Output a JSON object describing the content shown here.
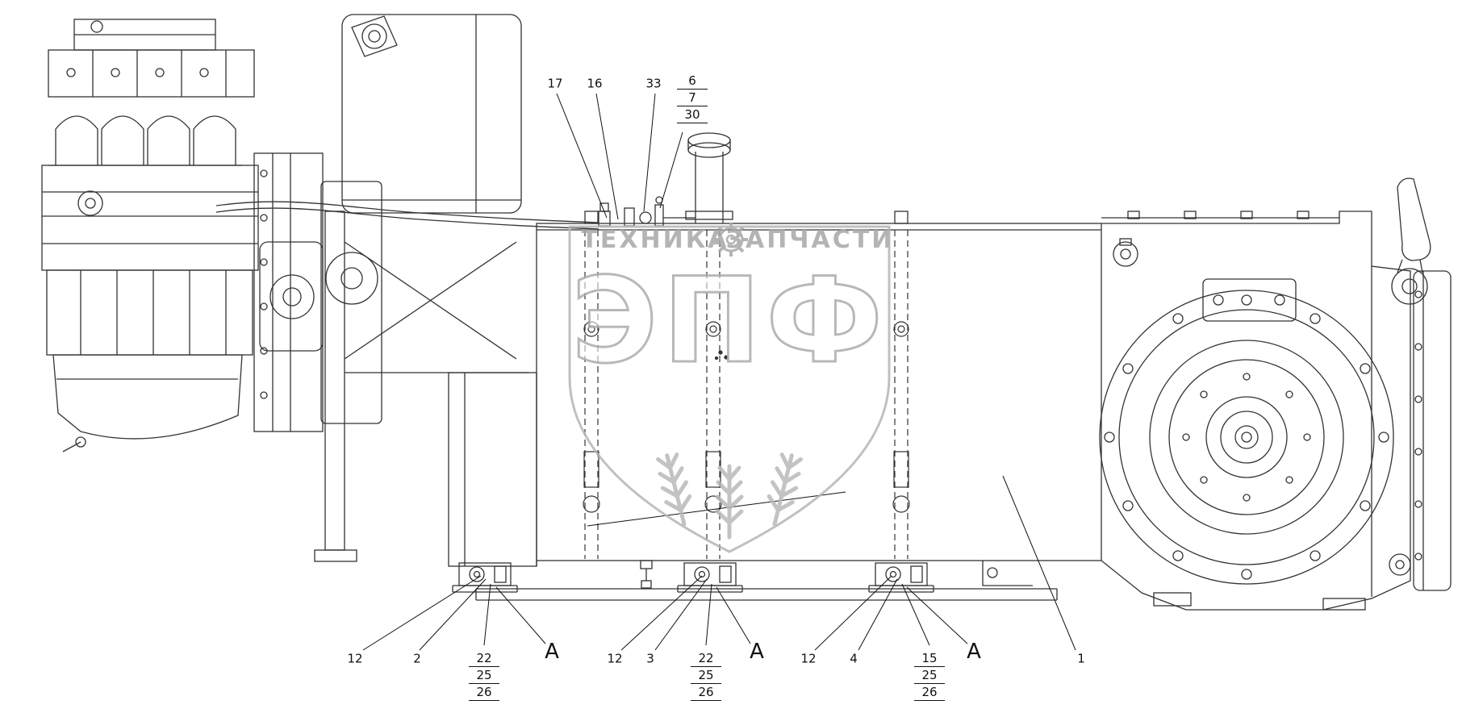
{
  "watermark": {
    "brand": "ЭПФ",
    "banner_left": "ТЕХНИКА",
    "banner_right": "ЗАПЧАСТИ"
  },
  "callouts": {
    "top": {
      "n17": "17",
      "n16": "16",
      "n33": "33",
      "n6": "6",
      "n7": "7",
      "n30": "30"
    },
    "group1": {
      "n12": "12",
      "n2": "2",
      "n22": "22",
      "n25": "25",
      "n26": "26",
      "section": "A"
    },
    "group2": {
      "n12": "12",
      "n3": "3",
      "n22": "22",
      "n25": "25",
      "n26": "26",
      "section": "A"
    },
    "group3": {
      "n12": "12",
      "n4": "4",
      "n15": "15",
      "n25": "25",
      "n26": "26",
      "section": "A"
    },
    "tank": {
      "n1": "1"
    }
  }
}
